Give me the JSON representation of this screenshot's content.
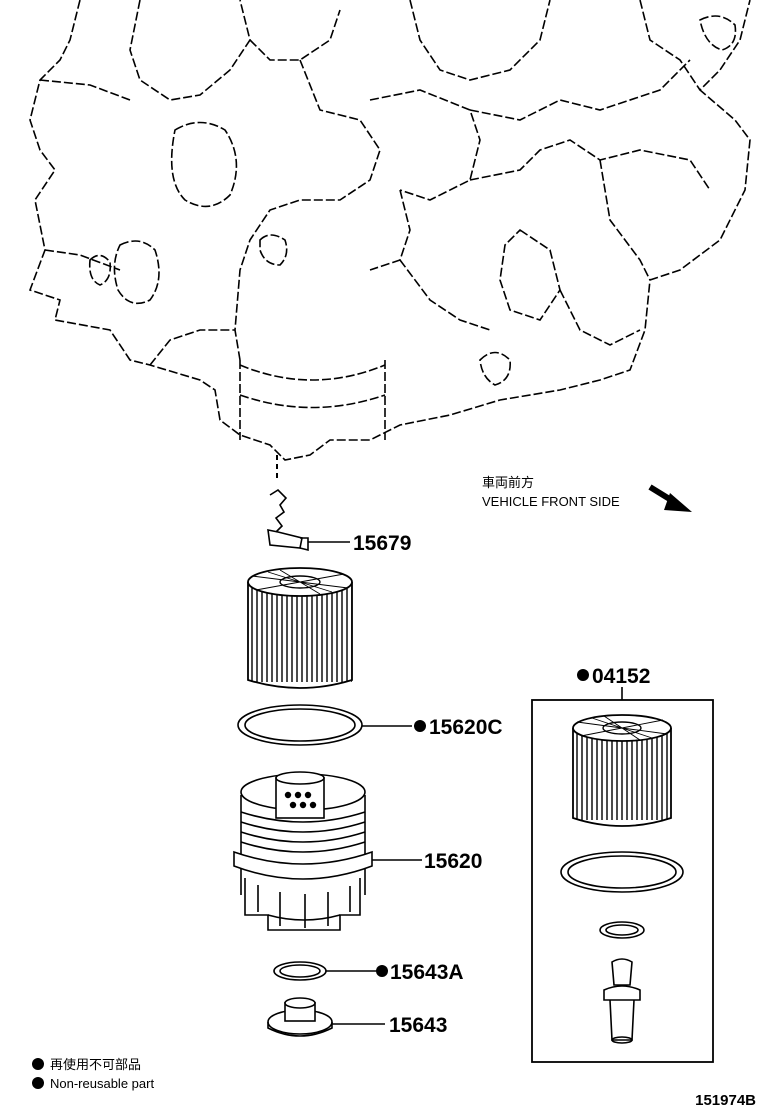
{
  "direction": {
    "jp": "車両前方",
    "en": "VEHICLE FRONT SIDE"
  },
  "parts": {
    "p15679": "15679",
    "p15620C": "15620C",
    "p15620": "15620",
    "p15643A": "15643A",
    "p15643": "15643",
    "p04152": "04152"
  },
  "legend": {
    "jp": "再使用不可部品",
    "en": "Non-reusable part"
  },
  "figure_id": "151974B"
}
